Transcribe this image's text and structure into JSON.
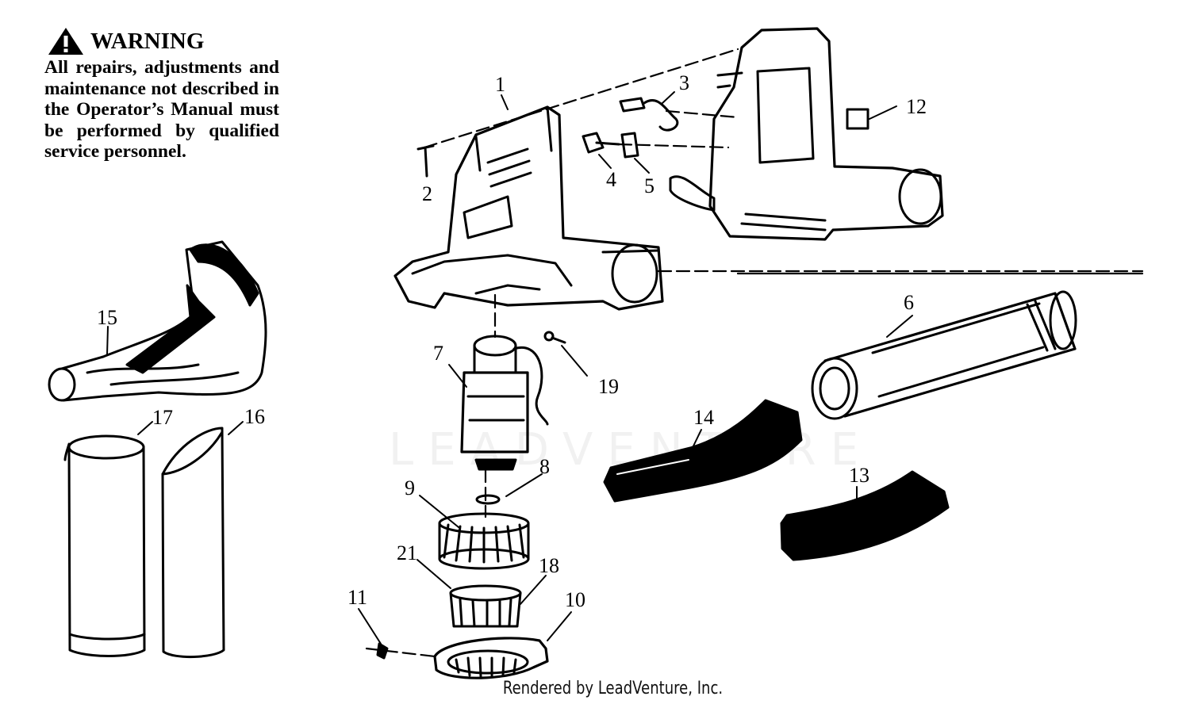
{
  "warning": {
    "title": "WARNING",
    "text": "All repairs, adjustments and maintenance not described in the Operator’s Manual must be performed by qualified service personnel."
  },
  "callouts": [
    "1",
    "2",
    "3",
    "4",
    "5",
    "6",
    "7",
    "8",
    "9",
    "10",
    "11",
    "12",
    "13",
    "14",
    "15",
    "16",
    "17",
    "18",
    "19",
    "21"
  ],
  "watermark": "LEADVENTURE",
  "credit": "Rendered by LeadVenture, Inc.",
  "colors": {
    "ink": "#000000",
    "background": "#ffffff"
  }
}
